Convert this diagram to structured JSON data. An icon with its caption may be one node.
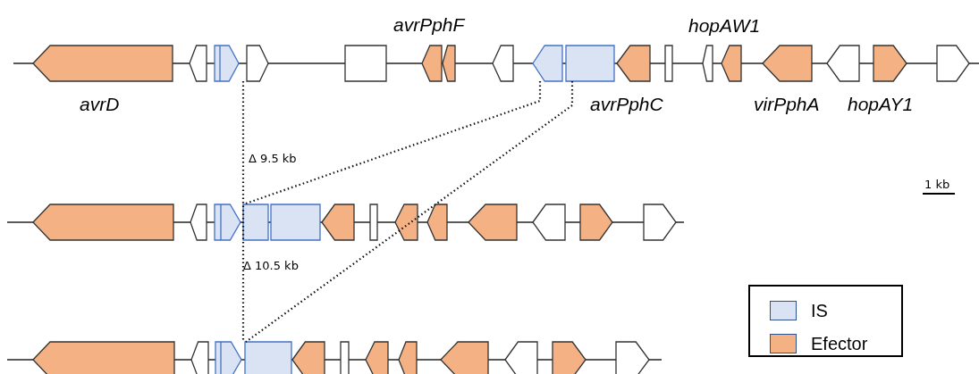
{
  "diagram": {
    "labels": [
      "avrPphF",
      "hopAW1",
      "avrD",
      "avrPphC",
      "virPphA",
      "hopAY1",
      "Δ 9.5 kb",
      "1 kb",
      "Δ 10.5 kb"
    ],
    "legend": [
      {
        "text": "IS",
        "color": "#dae3f3"
      },
      {
        "text": "Efector",
        "color": "#f4b183"
      }
    ]
  }
}
